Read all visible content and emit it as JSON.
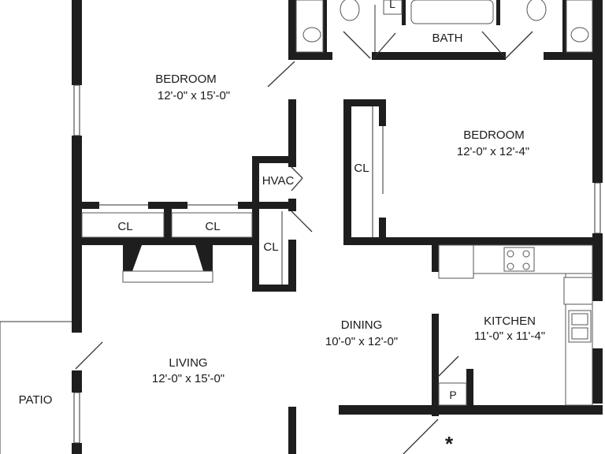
{
  "rooms": {
    "bedroom1": {
      "name": "BEDROOM",
      "dims": "12'-0\" x 15'-0\""
    },
    "bedroom2": {
      "name": "BEDROOM",
      "dims": "12'-0\" x 12'-4\""
    },
    "bath": {
      "name": "BATH"
    },
    "linen": {
      "name": "L"
    },
    "hvac": {
      "name": "HVAC"
    },
    "closet1": {
      "name": "CL"
    },
    "closet2": {
      "name": "CL"
    },
    "closet3": {
      "name": "CL"
    },
    "closet4": {
      "name": "CL"
    },
    "dining": {
      "name": "DINING",
      "dims": "10'-0\" x 12'-0\""
    },
    "kitchen": {
      "name": "KITCHEN",
      "dims": "11'-0\" x 11'-4\""
    },
    "living": {
      "name": "LIVING",
      "dims": "12'-0\" x 15'-0\""
    },
    "pantry": {
      "name": "P"
    },
    "patio": {
      "name": "PATIO"
    }
  },
  "entry_marker": "*",
  "colors": {
    "wall": "#1e1e1e",
    "background": "#ffffff"
  }
}
